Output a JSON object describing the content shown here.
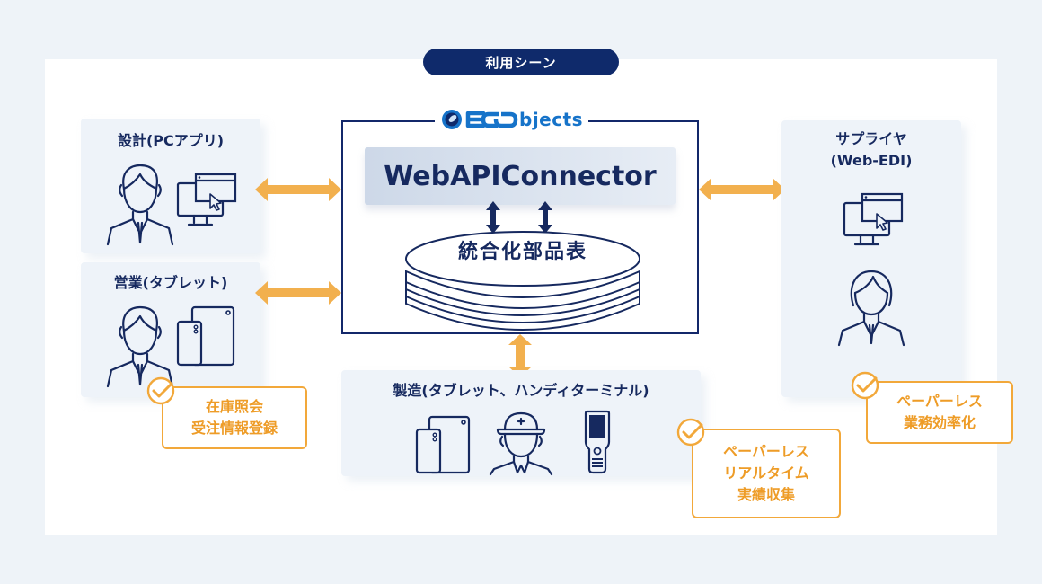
{
  "header": {
    "scene_label": "利用シーン"
  },
  "center": {
    "logo_text": "bjects",
    "connector_label": "WebAPIConnector",
    "bom_label": "統合化部品表"
  },
  "clients": {
    "design": {
      "title": "設計(PCアプリ)"
    },
    "sales": {
      "title": "営業(タブレット)"
    },
    "manufacturing": {
      "title": "製造(タブレット、ハンディターミナル)"
    },
    "supplier": {
      "title_line1": "サプライヤ",
      "title_line2": "(Web-EDI)"
    }
  },
  "benefits": {
    "sales": {
      "line1": "在庫照会",
      "line2": "受注情報登録"
    },
    "manufacturing": {
      "line1": "ペーパーレス",
      "line2": "リアルタイム",
      "line3": "実績収集"
    },
    "supplier": {
      "line1": "ペーパーレス",
      "line2": "業務効率化"
    }
  },
  "colors": {
    "navy": "#16295f",
    "accent_orange": "#f2a83a",
    "card_bg": "#eef3f9",
    "logo_blue": "#1673c9"
  }
}
